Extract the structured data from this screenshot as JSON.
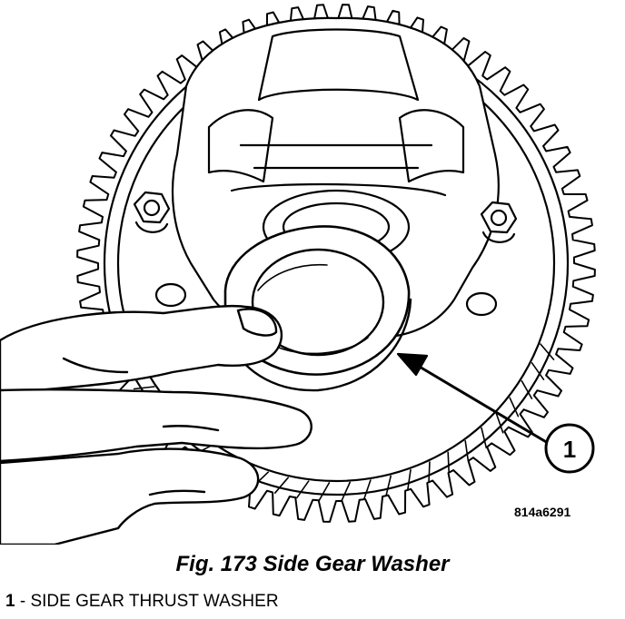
{
  "figure": {
    "code": "814a6291",
    "caption": "Fig. 173 Side Gear Washer"
  },
  "callouts": [
    {
      "number": "1",
      "label": "SIDE GEAR THRUST WASHER"
    }
  ],
  "colors": {
    "line": "#000000",
    "background": "#ffffff"
  }
}
